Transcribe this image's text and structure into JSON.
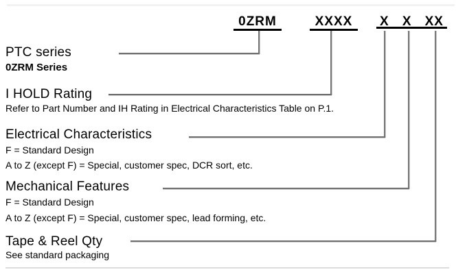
{
  "part_number": {
    "segments": [
      {
        "label": "0ZRM"
      },
      {
        "label": "XXXX"
      },
      {
        "label": "X"
      },
      {
        "label": "X"
      },
      {
        "label": "XX"
      }
    ]
  },
  "sections": [
    {
      "title": "PTC series",
      "lines": [
        "0ZRM Series"
      ]
    },
    {
      "title": "I HOLD Rating",
      "lines": [
        "Refer to Part Number and IH Rating in Electrical Characteristics Table on P.1."
      ]
    },
    {
      "title": "Electrical Characteristics",
      "lines": [
        "F = Standard Design",
        "A to Z (except F) = Special, customer spec, DCR sort, etc."
      ]
    },
    {
      "title": "Mechanical Features",
      "lines": [
        "F = Standard Design",
        "A to Z (except F) = Special, customer spec, lead forming, etc."
      ]
    },
    {
      "title": "Tape & Reel Qty",
      "lines": [
        "See standard packaging"
      ]
    }
  ],
  "colors": {
    "connector_line": "#787878",
    "segment_underline": "#000000",
    "text": "#000000",
    "page_divider": "#dcdcdc"
  }
}
